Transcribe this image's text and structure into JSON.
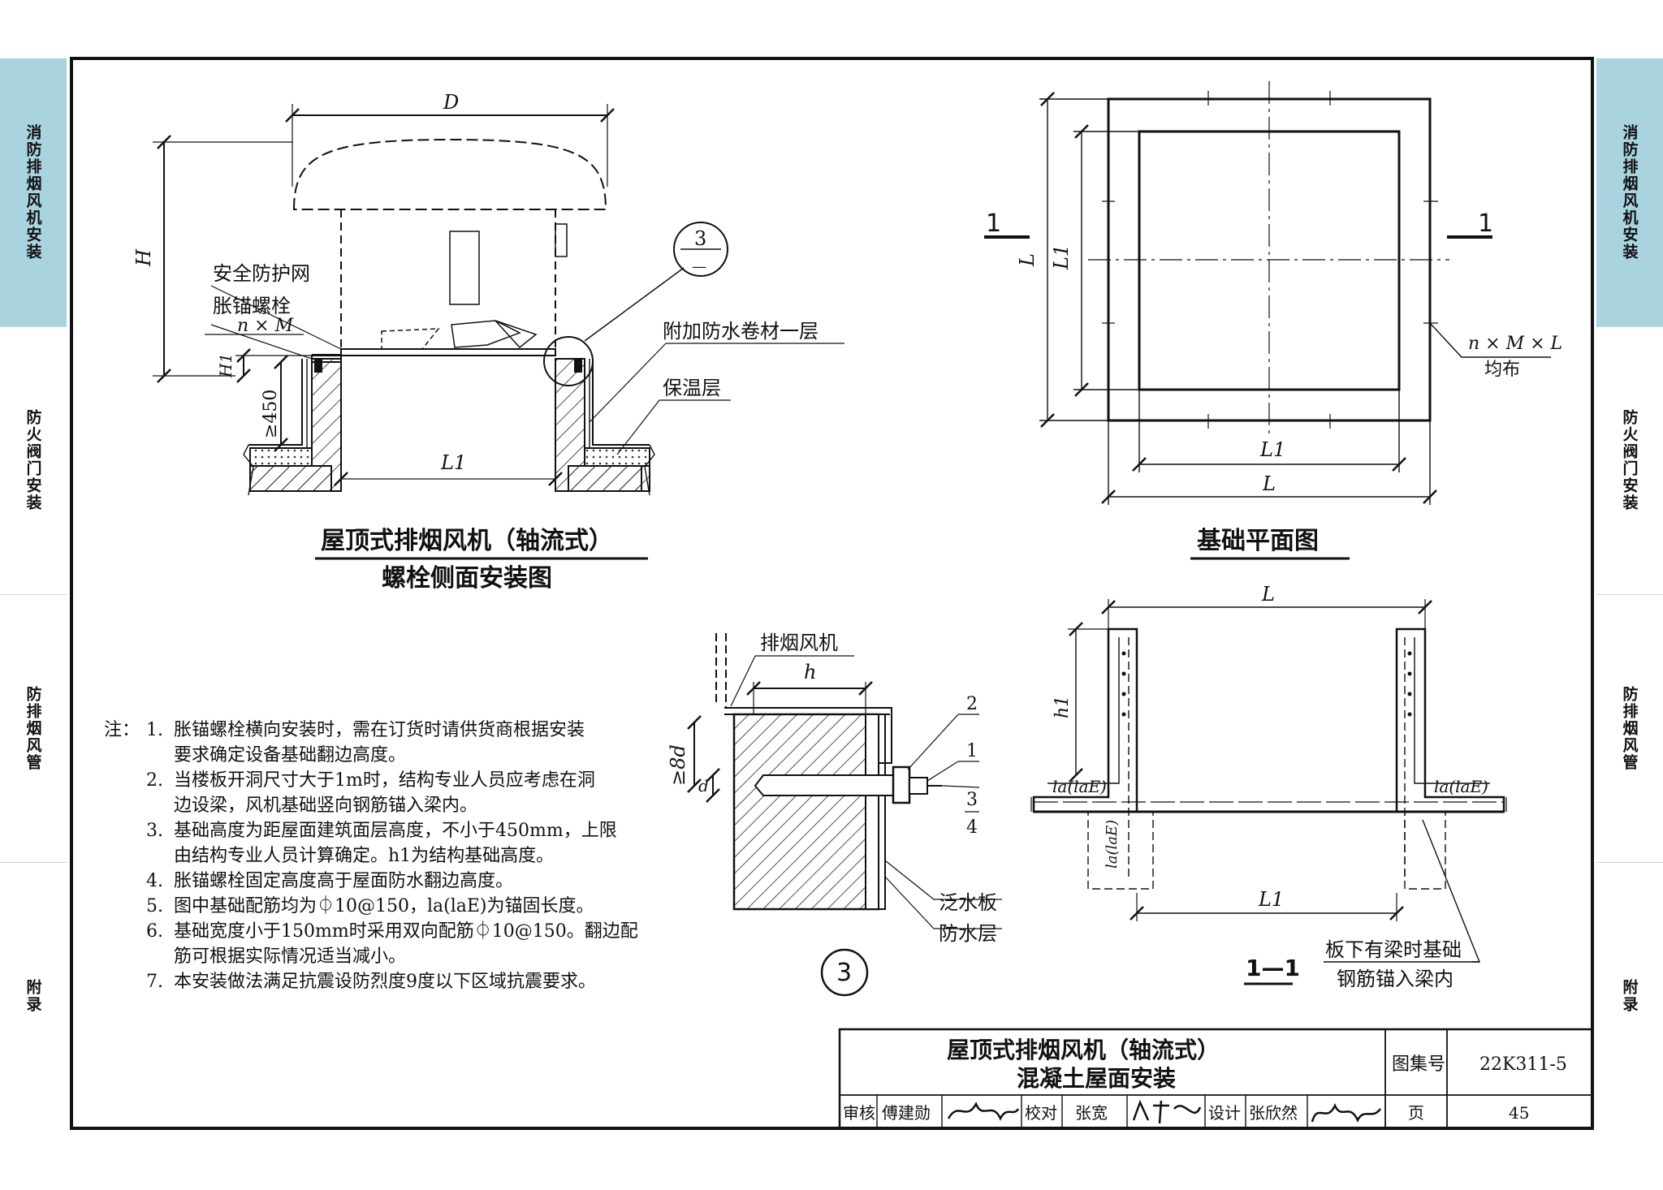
{
  "side_tabs": [
    {
      "label": "消防排烟风机安装",
      "active": true
    },
    {
      "label": "防火阀门安装",
      "active": false
    },
    {
      "label": "防排烟风管",
      "active": false
    },
    {
      "label": "附录",
      "active": false
    }
  ],
  "side_view": {
    "dim_D": "D",
    "dim_H": "H",
    "dim_H1": "H1",
    "dim_450": "≥450",
    "dim_L1": "L1",
    "label_net": "安全防护网",
    "label_bolt": "胀锚螺栓",
    "label_nxm": "n × M",
    "label_membrane": "附加防水卷材一层",
    "label_insulation": "保温层",
    "callout_top": "3",
    "callout_bottom": "—",
    "title_line1": "屋顶式排烟风机（轴流式）",
    "title_line2": "螺栓侧面安装图"
  },
  "plan_view": {
    "dim_L_left": "L",
    "dim_L1_left": "L1",
    "dim_L1_bottom": "L1",
    "dim_L_bottom": "L",
    "section_left": "1",
    "section_right": "1",
    "bolt_note_line1": "n × M × L",
    "bolt_note_line2": "均布",
    "title": "基础平面图"
  },
  "detail3": {
    "label_fan": "排烟风机",
    "dim_h": "h",
    "dim_8d": "≥8d",
    "dim_d": "d",
    "part_nums": [
      "2",
      "1",
      "3",
      "4"
    ],
    "label_flashing": "泛水板",
    "label_waterproof": "防水层",
    "number": "3"
  },
  "section_view": {
    "dim_L_top": "L",
    "dim_h1": "h1",
    "dim_la_left": "la(laE)",
    "dim_la_right": "la(laE)",
    "dim_la_vertical": "la(laE)",
    "dim_L1": "L1",
    "title": "1—1",
    "note_line1": "板下有梁时基础",
    "note_line2": "钢筋锚入梁内"
  },
  "notes": {
    "prefix": "注：",
    "items": [
      {
        "num": "1.",
        "lines": [
          "胀锚螺栓横向安装时，需在订货时请供货商根据安装",
          "要求确定设备基础翻边高度。"
        ]
      },
      {
        "num": "2.",
        "lines": [
          "当楼板开洞尺寸大于1m时，结构专业人员应考虑在洞",
          "边设梁，风机基础竖向钢筋锚入梁内。"
        ]
      },
      {
        "num": "3.",
        "lines": [
          "基础高度为距屋面建筑面层高度，不小于450mm，上限",
          "由结构专业人员计算确定。h1为结构基础高度。"
        ]
      },
      {
        "num": "4.",
        "lines": [
          "胀锚螺栓固定高度高于屋面防水翻边高度。"
        ]
      },
      {
        "num": "5.",
        "lines": [
          "图中基础配筋均为⏀10@150，la(laE)为锚固长度。"
        ]
      },
      {
        "num": "6.",
        "lines": [
          "基础宽度小于150mm时采用双向配筋⏀10@150。翻边配",
          "筋可根据实际情况适当减小。"
        ]
      },
      {
        "num": "7.",
        "lines": [
          "本安装做法满足抗震设防烈度9度以下区域抗震要求。"
        ]
      }
    ]
  },
  "title_block": {
    "title_line1": "屋顶式排烟风机（轴流式）",
    "title_line2": "混凝土屋面安装",
    "atlas_label": "图集号",
    "atlas_no": "22K311-5",
    "review_label": "审核",
    "reviewer": "傅建勋",
    "check_label": "校对",
    "checker": "张宽",
    "design_label": "设计",
    "designer": "张欣然",
    "page_label": "页",
    "page_no": "45"
  }
}
